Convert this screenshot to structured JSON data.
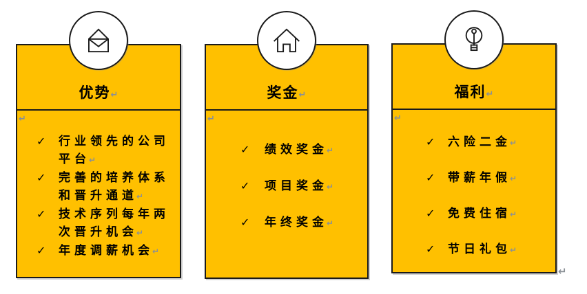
{
  "glyphs": {
    "check": "✓",
    "return": "↵"
  },
  "colors": {
    "card_fill": "#FFC000",
    "card_border": "#1A1A1A",
    "circle_fill": "#FFFFFF",
    "formatting_mark": "#8A9096",
    "text": "#000000"
  },
  "cards": [
    {
      "id": "advantages",
      "icon": "envelope-open-icon",
      "title": "优势",
      "items": [
        "行业领先的公司平台",
        "完善的培养体系和晋升通道",
        "技术序列每年两次晋升机会",
        "年度调薪机会"
      ]
    },
    {
      "id": "bonus",
      "icon": "house-icon",
      "title": "奖金",
      "items": [
        "绩效奖金",
        "项目奖金",
        "年终奖金"
      ]
    },
    {
      "id": "welfare",
      "icon": "lightbulb-icon",
      "title": "福利",
      "items": [
        "六险二金",
        "带薪年假",
        "免费住宿",
        "节日礼包"
      ]
    }
  ]
}
